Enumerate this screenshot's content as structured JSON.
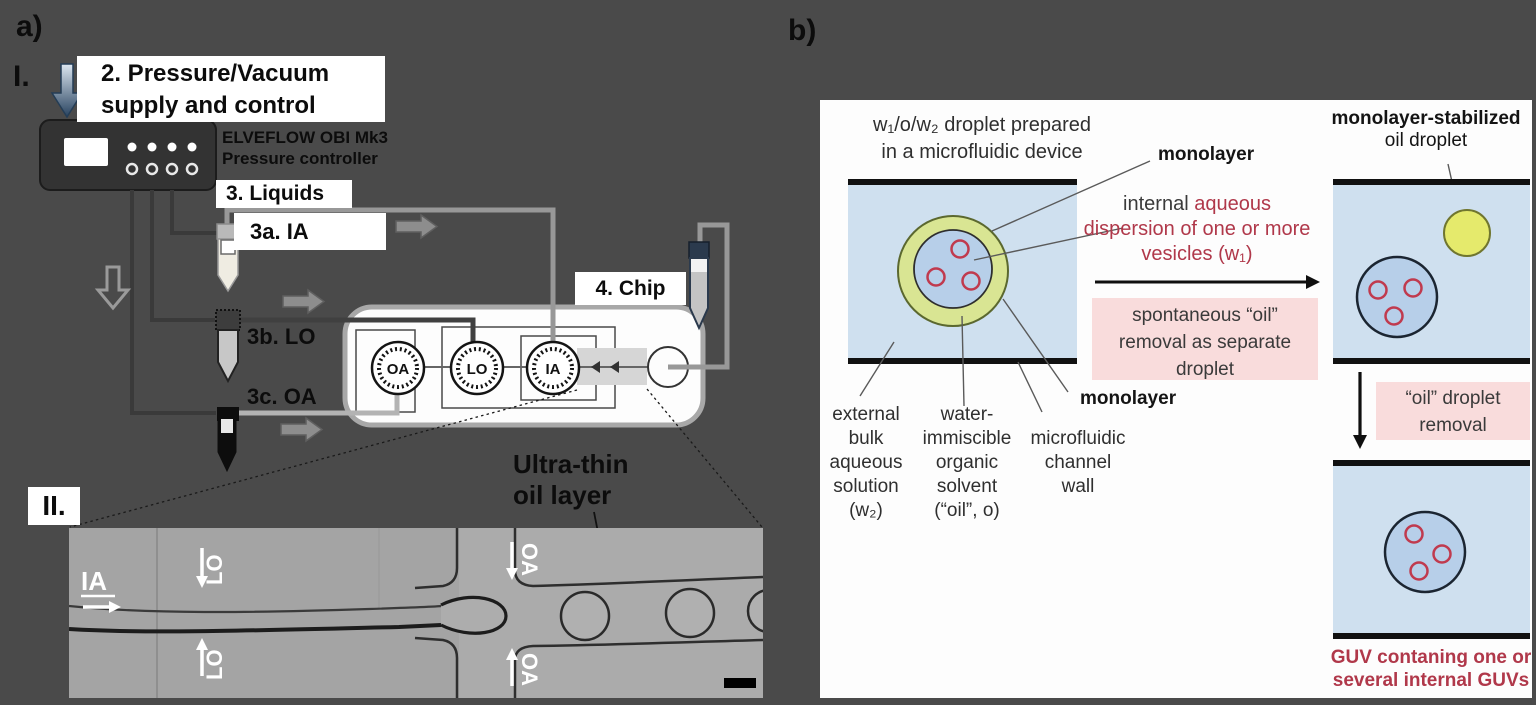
{
  "colors": {
    "page_bg": "#4a4a4a",
    "channel_blue": "#cfe0ef",
    "droplet_inner_blue": "#b7cfe9",
    "oil_ring_green": "#d9e593",
    "oil_droplet_yellow": "#e5ea6c",
    "vesicle_red": "#c03a4e",
    "highlight_text_red": "#b0384a",
    "pink_box": "#f9dcdc",
    "arrow_gray": "#8d8d8d"
  },
  "panel_a": {
    "label": "a)",
    "roman_1": "I.",
    "roman_2": "II.",
    "pressure_supply": "2. Pressure/Vacuum\nsupply and control",
    "controller_name": "ELVEFLOW OBI Mk3\nPressure controller",
    "liquids": "3. Liquids",
    "liquid_ia": "3a. IA",
    "liquid_lo": "3b. LO",
    "liquid_oa": "3c. OA",
    "chip": "4. Chip",
    "reservoir_oa": "OA",
    "reservoir_lo": "LO",
    "reservoir_ia": "IA",
    "micrograph": {
      "annotation": "Ultra-thin\noil layer",
      "ia": "IA",
      "lo_top": "LO",
      "lo_bottom": "LO",
      "oa_top": "OA",
      "oa_bottom": "OA"
    }
  },
  "panel_b": {
    "label": "b)",
    "title": "w₁/o/w₂ droplet prepared\nin a microfluidic device",
    "monolayer_top": "monolayer",
    "internal_dark": "internal ",
    "internal_red": "aqueous\ndispersion of one or more\nvesicles (w₁)",
    "flow_note": "spontaneous “oil”\nremoval as separate\ndroplet",
    "monolayer_bottom": "monolayer",
    "label_external": "external\nbulk\naqueous\nsolution\n(w₂)",
    "label_solvent": "water-\nimmiscible\norganic\nsolvent\n(“oil”, o)",
    "label_wall": "microfluidic\nchannel\nwall",
    "stabilized_title_bold": "monolayer-stabilized",
    "stabilized_title_rest": "oil droplet",
    "removal_note": "“oil” droplet\nremoval",
    "guv_caption": "GUV contaning one or\nseveral internal GUVs"
  }
}
